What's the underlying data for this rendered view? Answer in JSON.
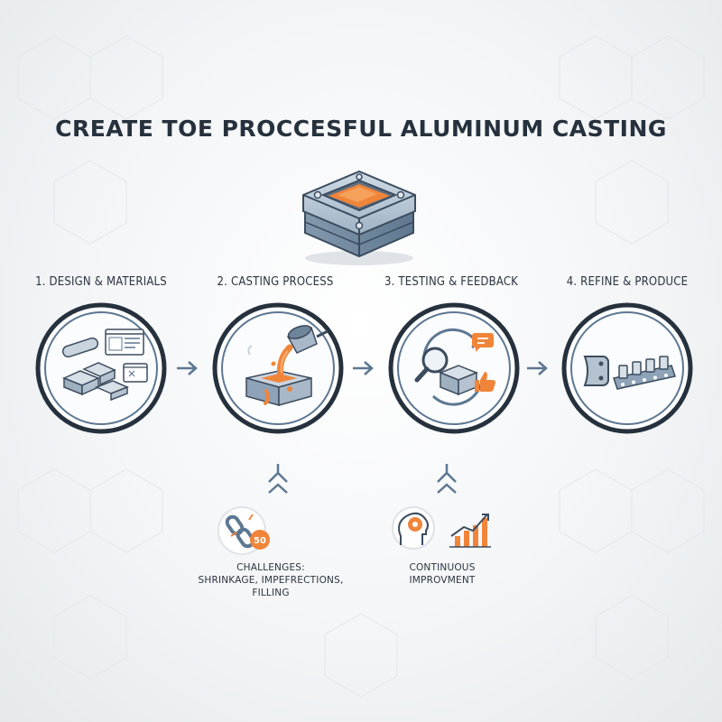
{
  "title": "CREATE TOE PROCCESFUL ALUMINUM CASTING",
  "steps": [
    {
      "label": "1. DESIGN & MATERIALS",
      "icon": "materials-icon"
    },
    {
      "label": "2. CASTING PROCESS",
      "icon": "pouring-icon"
    },
    {
      "label": "3. TESTING & FEEDBACK",
      "icon": "inspection-icon"
    },
    {
      "label": "4. REFINE & PRODUCE",
      "icon": "production-line-icon"
    }
  ],
  "challenges": {
    "badge": "50",
    "lines": [
      "CHALLENGES:",
      "SHRINKAGE, IMPEFRECTIONS,",
      "FILLING"
    ]
  },
  "improvement": {
    "lines": [
      "CONTINUOUS",
      "IMPROVMENT"
    ]
  },
  "colors": {
    "ring_dark": "#26313d",
    "ring_blue": "#5d7792",
    "accent_orange": "#e8803a",
    "metal": "#a8b8c8"
  }
}
